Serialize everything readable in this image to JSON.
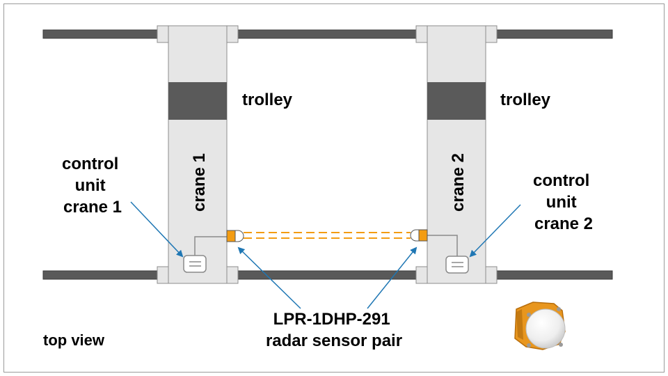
{
  "colors": {
    "rail": "#595959",
    "rail_stroke": "#3a3a3a",
    "crane_body": "#e6e6e6",
    "crane_stroke": "#8c8c8c",
    "trolley": "#5a5a5a",
    "sensor": "#f39c12",
    "beam": "#f39c12",
    "arrow": "#1f77b4",
    "frame": "#9a9a9a"
  },
  "labels": {
    "trolley_left": "trolley",
    "trolley_right": "trolley",
    "crane_1": "crane 1",
    "crane_2": "crane 2",
    "control_unit_1": [
      "control",
      "unit",
      "crane 1"
    ],
    "control_unit_2": [
      "control",
      "unit",
      "crane 2"
    ],
    "sensor_pair": [
      "LPR-1DHP-291",
      "radar sensor pair"
    ],
    "view": "top view"
  },
  "icons": {
    "control_unit": "control-box-icon",
    "sensor_device": "radar-sensor-device-icon"
  }
}
